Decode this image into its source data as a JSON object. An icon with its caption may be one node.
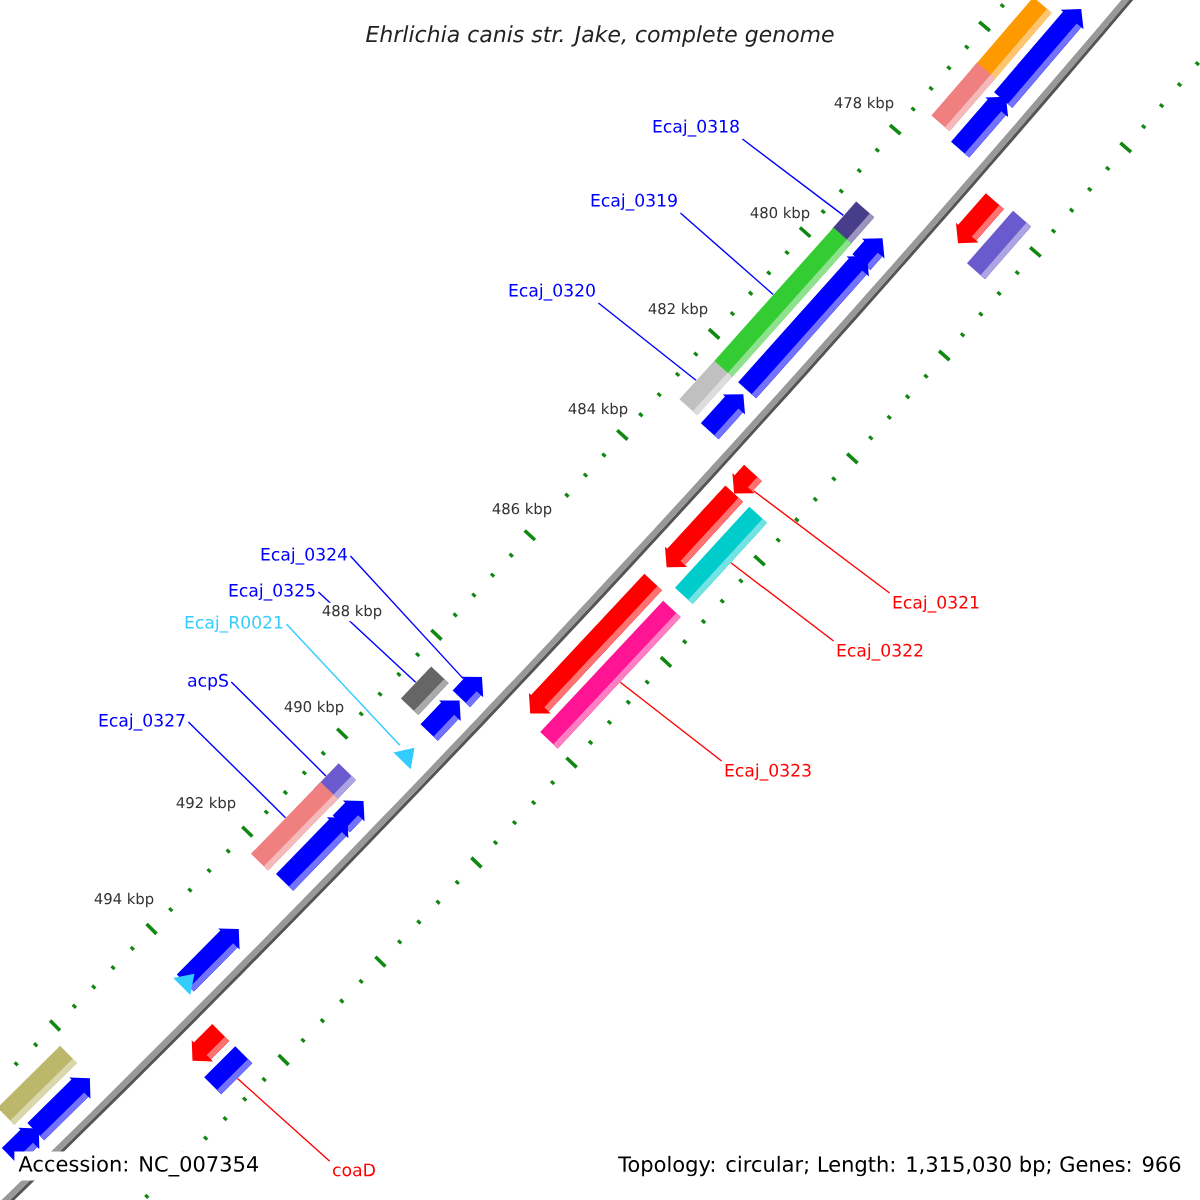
{
  "diagram": {
    "title": "Ehrlichia canis str. Jake, complete genome",
    "nodes": [
      {
        "text": [
          "Ecaj_0318"
        ]
      },
      {
        "text": [],
        "shape": "bar"
      },
      {
        "text": [
          "Ecaj_0319"
        ]
      },
      {
        "text": [],
        "shape": "bar"
      },
      {
        "text": [
          "Ecaj_0320"
        ]
      },
      {
        "text": [],
        "shape": "bar"
      },
      {
        "text": [
          "Ecaj_0321"
        ]
      },
      {
        "text": [],
        "shape": "arrow"
      },
      {
        "text": [
          "Ecaj_0322"
        ]
      },
      {
        "text": [],
        "shape": "bar"
      },
      {
        "text": [
          "Ecaj_0323"
        ]
      },
      {
        "text": [],
        "shape": "bar"
      },
      {
        "text": [
          "Ecaj_0324"
        ]
      },
      {
        "text": [],
        "shape": "arrow"
      },
      {
        "text": [
          "Ecaj_0325"
        ]
      },
      {
        "text": [],
        "shape": "bar"
      },
      {
        "text": [
          "Ecaj_R0021"
        ]
      },
      {
        "text": [],
        "shape": "triangle"
      },
      {
        "text": [
          "acpS"
        ]
      },
      {
        "text": [],
        "shape": "bar"
      },
      {
        "text": [
          "Ecaj_0327"
        ]
      },
      {
        "text": [],
        "shape": "bar"
      },
      {
        "text": [
          "coaD"
        ]
      },
      {
        "text": [],
        "shape": "bar"
      },
      {
        "text": [],
        "shape": "bar"
      },
      {
        "text": [],
        "shape": "bar"
      },
      {
        "text": [],
        "shape": "bar"
      },
      {
        "text": [],
        "shape": "arrow"
      },
      {
        "text": [],
        "shape": "arrow"
      },
      {
        "text": [],
        "shape": "arrow"
      },
      {
        "text": [],
        "shape": "arrow"
      },
      {
        "text": [],
        "shape": "arrow"
      },
      {
        "text": [],
        "shape": "arrow"
      },
      {
        "text": [],
        "shape": "arrow"
      },
      {
        "text": [],
        "shape": "arrow"
      },
      {
        "text": [],
        "shape": "arrow"
      },
      {
        "text": [],
        "shape": "arrow"
      },
      {
        "text": [],
        "shape": "arrow"
      },
      {
        "text": [],
        "shape": "triangle"
      },
      {
        "text": [],
        "shape": "arrow"
      },
      {
        "text": [],
        "shape": "arrow"
      },
      {
        "text": [],
        "shape": "arrow"
      },
      {
        "text": [],
        "shape": "arrow"
      },
      {
        "text": [],
        "shape": "bar"
      }
    ],
    "edges": [
      {
        "from": 0,
        "to": 1,
        "arrow": "none"
      },
      {
        "from": 2,
        "to": 3,
        "arrow": "none"
      },
      {
        "from": 4,
        "to": 5,
        "arrow": "none"
      },
      {
        "from": 6,
        "to": 7,
        "arrow": "none",
        "color": "#ff0000"
      },
      {
        "from": 8,
        "to": 9,
        "arrow": "none",
        "color": "#ff0000"
      },
      {
        "from": 10,
        "to": 11,
        "arrow": "none",
        "color": "#ff0000"
      },
      {
        "from": 12,
        "to": 13,
        "arrow": "none"
      },
      {
        "from": 14,
        "to": 15,
        "arrow": "none"
      },
      {
        "from": 16,
        "to": 17,
        "arrow": "none",
        "color": "#33ccff"
      },
      {
        "from": 18,
        "to": 19,
        "arrow": "none"
      },
      {
        "from": 20,
        "to": 21,
        "arrow": "none"
      },
      {
        "from": 22,
        "to": 23,
        "arrow": "none",
        "color": "#ff0000"
      }
    ],
    "labels": [
      "478 kbp",
      "480 kbp",
      "482 kbp",
      "484 kbp",
      "486 kbp",
      "488 kbp",
      "490 kbp",
      "492 kbp",
      "494 kbp",
      "Accession: NC_007354",
      "Topology: circular; Length: 1,315,030 bp; Genes: 966"
    ]
  }
}
